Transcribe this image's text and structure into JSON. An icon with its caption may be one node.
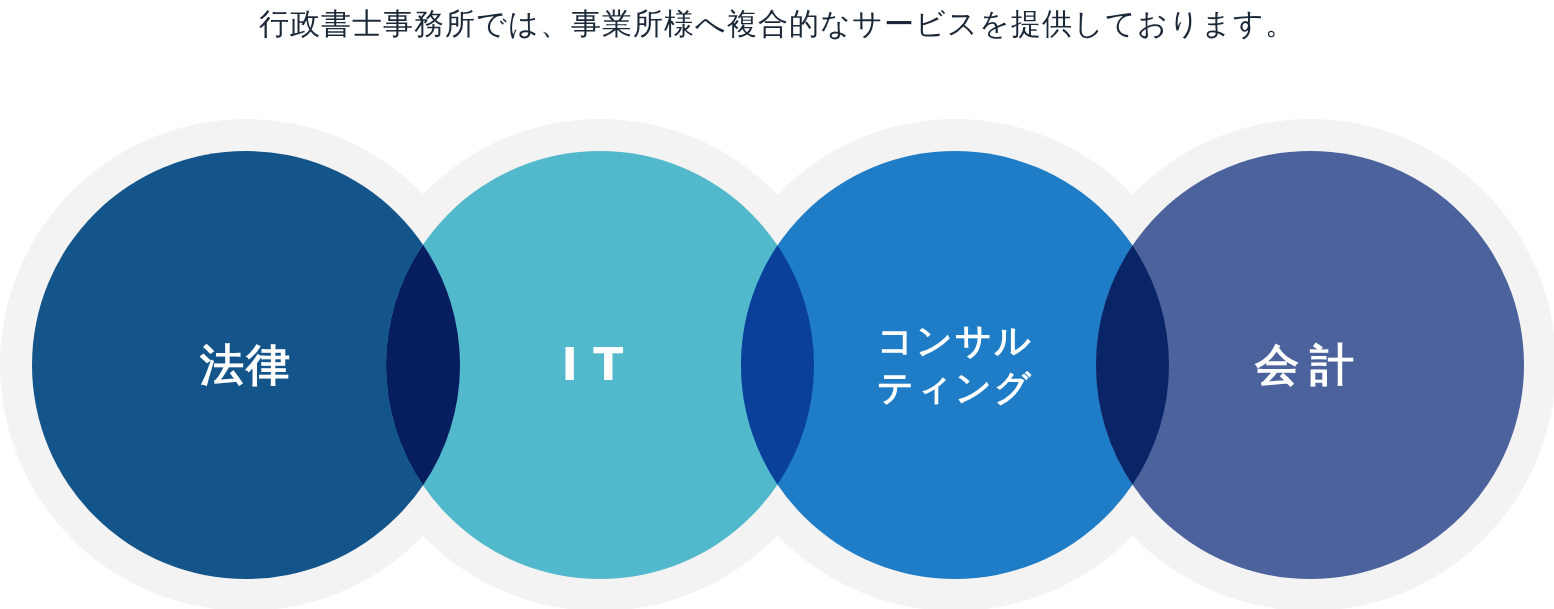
{
  "diagram": {
    "title": "行政書士事務所では、事業所様へ複合的なサービスを提供しております。",
    "nodes": [
      {
        "text": [
          "法律"
        ]
      },
      {
        "text": [
          "IT"
        ]
      },
      {
        "text": [
          "コンサルティング"
        ]
      },
      {
        "text": [
          "会計"
        ]
      }
    ]
  }
}
